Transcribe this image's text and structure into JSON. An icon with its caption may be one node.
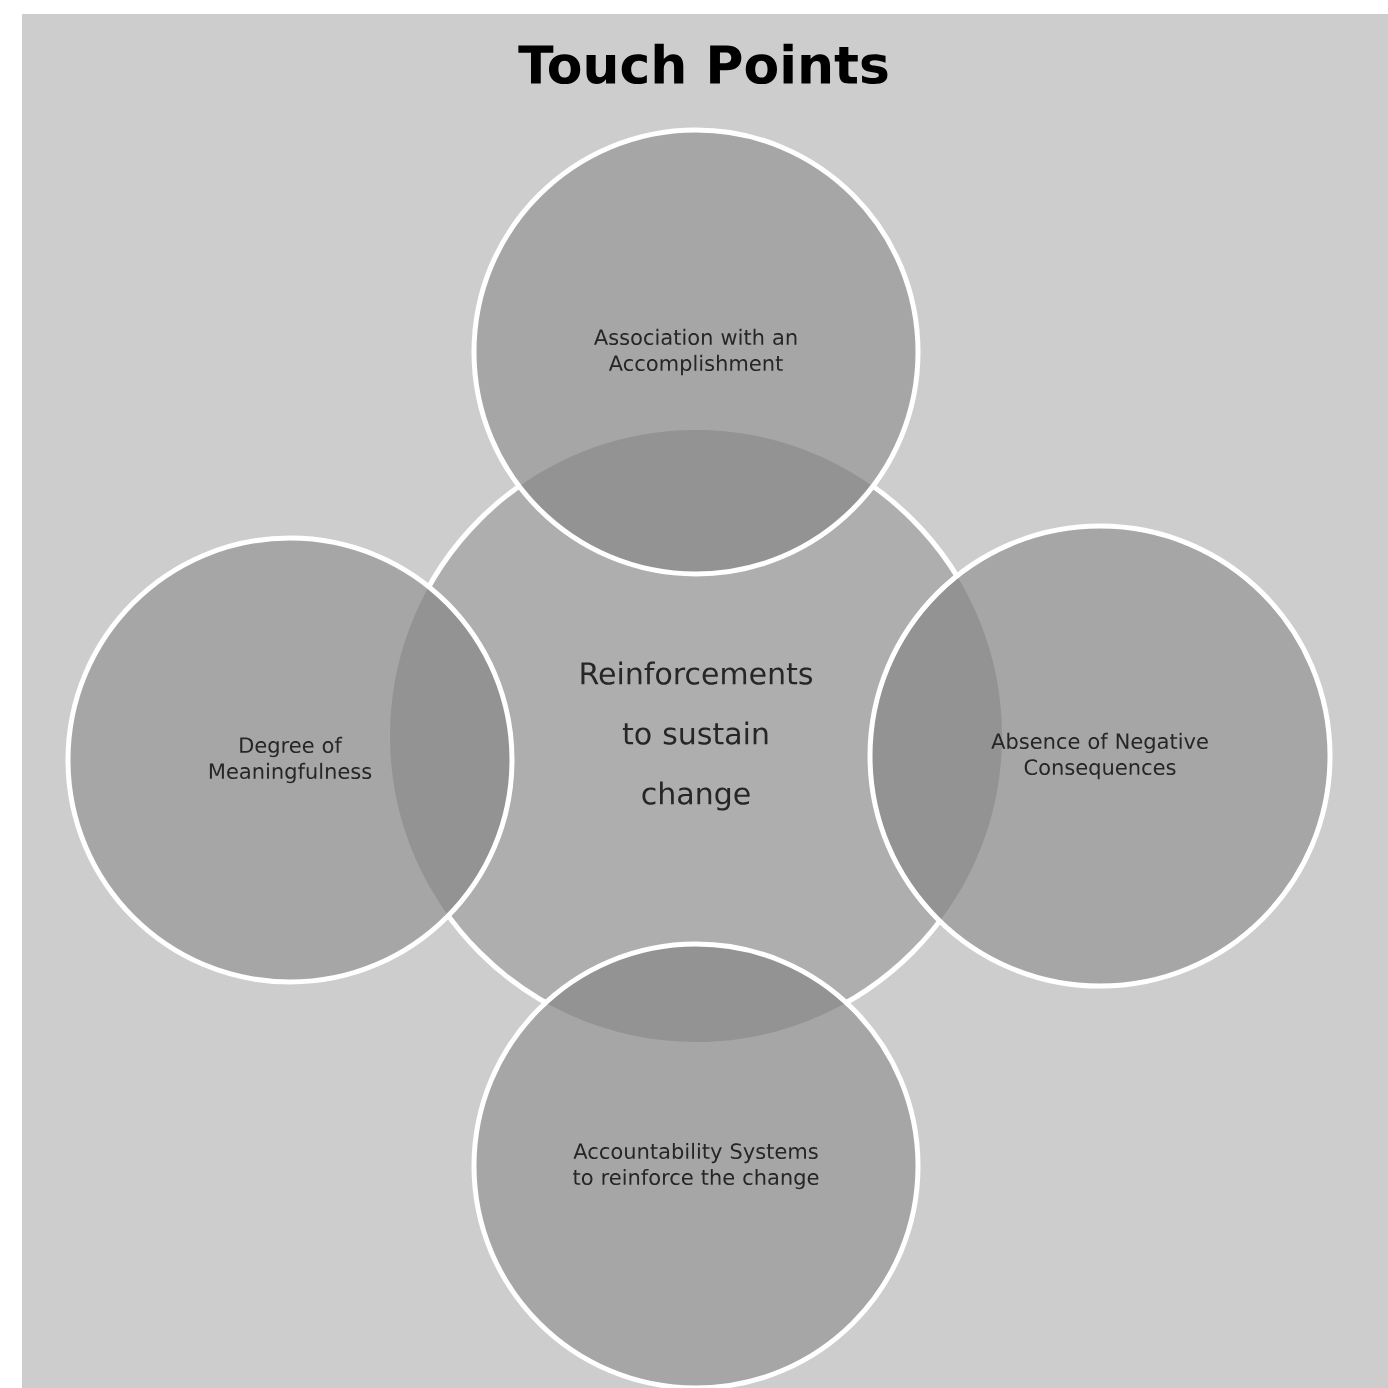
{
  "diagram": {
    "title": "Touch Points",
    "nodes": [
      {
        "text": [
          "Association with an Accomplishment"
        ]
      },
      {
        "text": [
          "Degree of Meaningfulness"
        ]
      },
      {
        "text": [
          "Reinforcements to sustain change"
        ]
      },
      {
        "text": [
          "Absence of Negative Consequences"
        ]
      },
      {
        "text": [
          "Accountability Systems to reinforce the change"
        ]
      }
    ]
  }
}
